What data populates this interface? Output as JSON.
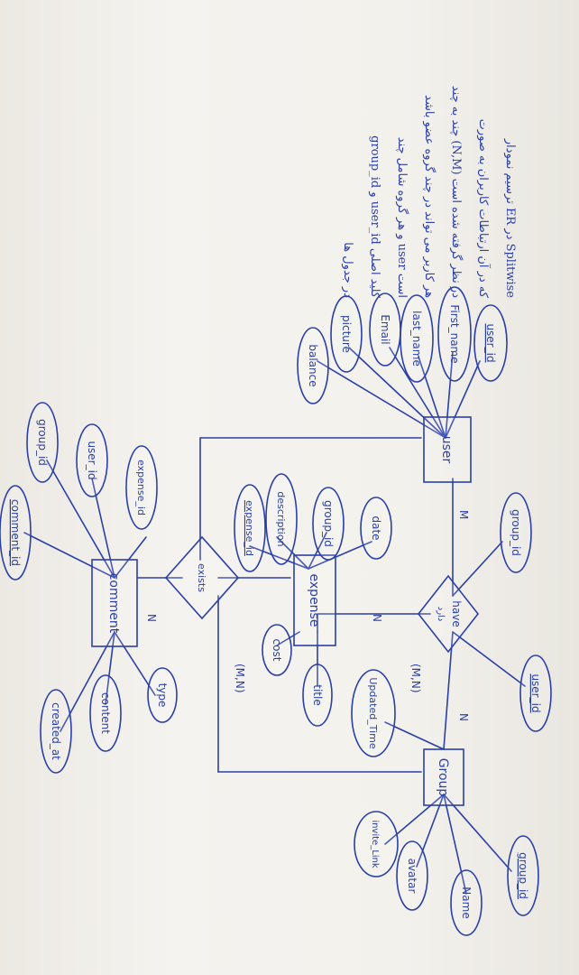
{
  "notes": [
    "ترسیم نمودار ER در Splitwise",
    "که در آن ارتباطات کاربران به صورت",
    "چند به چند (N,M) در نظر گرفته شده است",
    "هر کاربر می تواند در چند گروه عضو باشد",
    "و هر گروه شامل چند user است",
    "group_id و user_id کلید اصلی",
    "در جدول ها"
  ],
  "entities": {
    "user": "user",
    "group": "Group",
    "expense": "expense",
    "comment": "comment"
  },
  "relationships": {
    "have": "have",
    "have_sub": "دارد",
    "have_card": "(M,N)",
    "exists": "exists",
    "exists_card": "(M,N)"
  },
  "user_attributes": {
    "user_id": "user_id",
    "first_name": "First_name",
    "last_name": "last_name",
    "email": "Email",
    "picture": "picture",
    "balance": "balance"
  },
  "group_attributes": {
    "group_id": "group_id",
    "name": "Name",
    "avatar": "avatar",
    "invite_link": "invite_Link",
    "updated_time": "Updated_Time"
  },
  "have_attributes": {
    "group_id": "group_id",
    "user_id": "user_id"
  },
  "expense_attributes": {
    "date": "date",
    "group_id": "group_id",
    "description": "description",
    "expense_id": "expense_id",
    "cost": "cost",
    "title": "title"
  },
  "comment_attributes": {
    "expense_id": "expense_id",
    "user_id": "user_id",
    "group_id": "group_id",
    "comment_id": "comment_id",
    "type": "type",
    "content": "content",
    "created_at": "created_at"
  },
  "cardinalities": {
    "user_have": "M",
    "have_group": "N",
    "have_expense": "N",
    "exists_comment": "N"
  }
}
